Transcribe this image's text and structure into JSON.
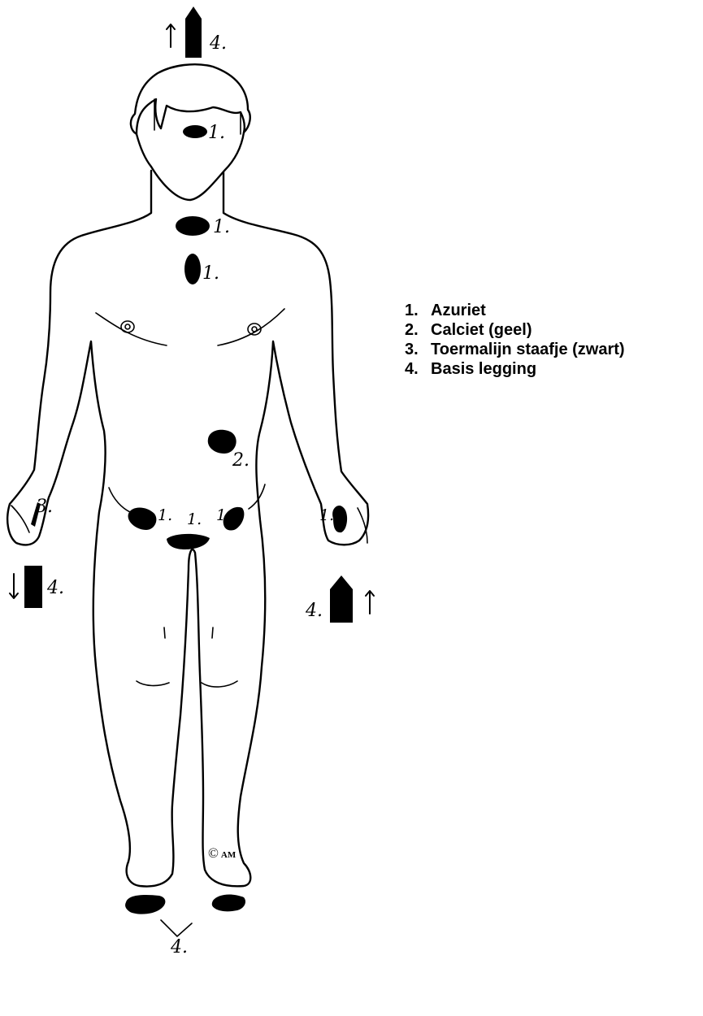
{
  "legend": {
    "items": [
      {
        "number": "1.",
        "label": "Azuriet"
      },
      {
        "number": "2.",
        "label": "Calciet (geel)"
      },
      {
        "number": "3.",
        "label": "Toermalijn staafje (zwart)"
      },
      {
        "number": "4.",
        "label": "Basis legging"
      }
    ]
  },
  "markers": {
    "forehead": "1.",
    "throat": "1.",
    "sternum": "1.",
    "solar_plexus": "2.",
    "hip_left": "1.",
    "groin": "1.",
    "hip_right": "1.",
    "left_hand_stone": "1.",
    "right_hand_tourmaline": "3.",
    "above_head": "4.",
    "below_right_hand": "4.",
    "beside_left_hand": "4.",
    "below_feet": "4."
  },
  "copyright": {
    "symbol": "©",
    "initials": "AM"
  },
  "colors": {
    "ink": "#000000",
    "paper": "#ffffff"
  }
}
